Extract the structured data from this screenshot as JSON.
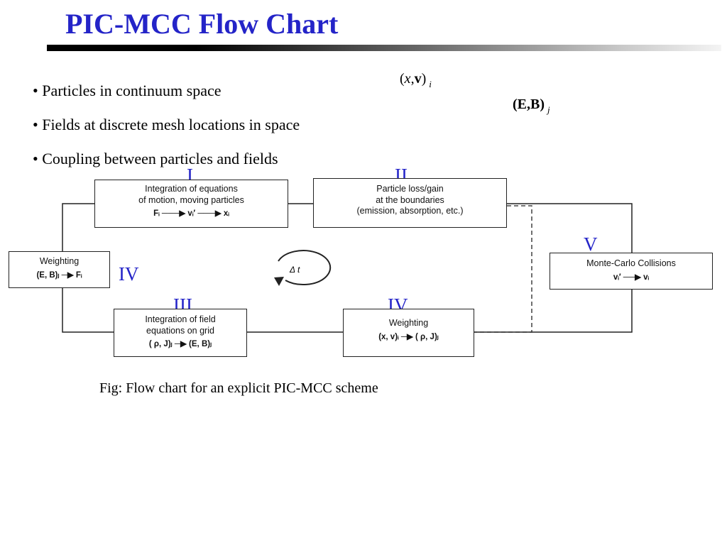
{
  "title": "PIC-MCC Flow Chart",
  "bullets": [
    "Particles in continuum space",
    "Fields at discrete mesh locations in space",
    "Coupling between particles and fields"
  ],
  "math": {
    "particles": {
      "lparen": "(",
      "x": "x",
      "comma": ",",
      "v": "v",
      "rparen": ")",
      "sub": "i"
    },
    "fields": {
      "text": "(E,B)",
      "sub": "j"
    }
  },
  "roman_labels": {
    "I": "I",
    "II": "II",
    "III": "III",
    "IV_left": "IV",
    "IV_right": "IV",
    "V": "V"
  },
  "boxes": {
    "integration_motion": {
      "line1": "Integration of equations",
      "line2": "of motion, moving particles",
      "formula": "Fᵢ ───▶ vᵢ′ ───▶ xᵢ"
    },
    "particle_loss": {
      "line1": "Particle loss/gain",
      "line2": "at the boundaries",
      "line3": "(emission, absorption, etc.)"
    },
    "weighting_left": {
      "line1": "Weighting",
      "formula": "(E, B)ⱼ ─▶ Fᵢ"
    },
    "monte_carlo": {
      "line1": "Monte-Carlo Collisions",
      "formula": "vᵢ′ ──▶ vᵢ"
    },
    "integration_field": {
      "line1": "Integration of field",
      "line2": "equations on grid",
      "formula": "( ρ, J)ⱼ ─▶ (E, B)ⱼ"
    },
    "weighting_bottom": {
      "line1": "Weighting",
      "formula": "(x, v)ᵢ ─▶ ( ρ, J)ⱼ"
    }
  },
  "timestep_label": "Δ t",
  "caption": "Fig: Flow chart for an explicit PIC-MCC scheme"
}
